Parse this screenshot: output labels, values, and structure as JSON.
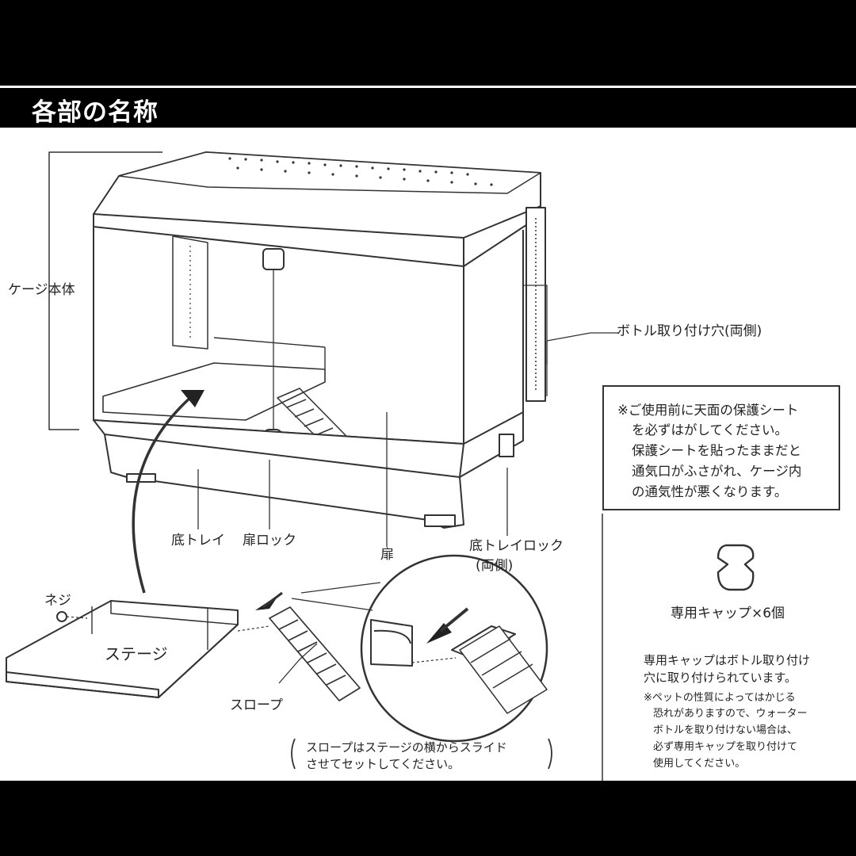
{
  "header": {
    "title": "各部の名称"
  },
  "labels": {
    "cage_body": "ケージ本体",
    "bottle_holes": "ボトル取り付け穴(両側)",
    "bottom_tray": "底トレイ",
    "door_lock": "扉ロック",
    "door": "扉",
    "tray_lock_line1": "底トレイロック",
    "tray_lock_line2": "(両側)",
    "screw": "ネジ",
    "stage": "ステージ",
    "slope": "スロープ"
  },
  "notice": {
    "lines": [
      "※ご使用前に天面の保護シート",
      "を必ずはがしてください。",
      "保護シートを貼ったままだと",
      "通気口がふさがれ、ケージ内",
      "の通気性が悪くなります。"
    ]
  },
  "cap": {
    "label": "専用キャップ×6個",
    "desc_lines": [
      "専用キャップはボトル取り付け",
      "穴に取り付けられています。"
    ],
    "warn_lines": [
      "※ペットの性質によってはかじる",
      "恐れがありますので、ウォーター",
      "ボトルを取り付けない場合は、",
      "必ず専用キャップを取り付けて",
      "使用してください。"
    ]
  },
  "slope_note": {
    "lines": [
      "スロープはステージの横からスライド",
      "させてセットしてください。"
    ]
  }
}
